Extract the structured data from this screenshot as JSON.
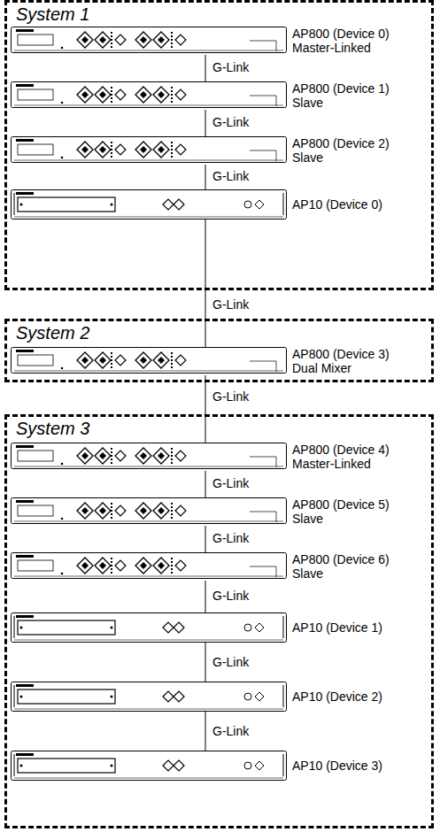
{
  "diagram": {
    "nodes": [
      {
        "text": [
          "System 1"
        ]
      },
      {
        "text": [
          "AP800 (Device 0)",
          "Master-Linked"
        ],
        "in": 0
      },
      {
        "text": [
          "AP800 (Device 1)",
          "Slave"
        ],
        "in": 0
      },
      {
        "text": [
          "AP800 (Device 2)",
          "Slave"
        ],
        "in": 0
      },
      {
        "text": [
          "AP10 (Device 0)"
        ],
        "in": 0
      },
      {
        "text": [
          "System 2"
        ]
      },
      {
        "text": [
          "AP800 (Device 3)",
          "Dual Mixer"
        ],
        "in": 5
      },
      {
        "text": [
          "System 3"
        ]
      },
      {
        "text": [
          "AP800 (Device 4)",
          "Master-Linked"
        ],
        "in": 7
      },
      {
        "text": [
          "AP800 (Device 5)",
          "Slave"
        ],
        "in": 7
      },
      {
        "text": [
          "AP800 (Device 6)",
          "Slave"
        ],
        "in": 7
      },
      {
        "text": [
          "AP10 (Device 1)"
        ],
        "in": 7
      },
      {
        "text": [
          "AP10 (Device 2)"
        ],
        "in": 7
      },
      {
        "text": [
          "AP10 (Device 3)"
        ],
        "in": 7
      }
    ],
    "edges": [
      {
        "from": 1,
        "to": 2,
        "label": "G-Link",
        "arrow": "none"
      },
      {
        "from": 2,
        "to": 3,
        "label": "G-Link",
        "arrow": "none"
      },
      {
        "from": 3,
        "to": 4,
        "label": "G-Link",
        "arrow": "none"
      },
      {
        "from": 4,
        "to": 6,
        "label": "G-Link",
        "arrow": "none"
      },
      {
        "from": 6,
        "to": 8,
        "label": "G-Link",
        "arrow": "none"
      },
      {
        "from": 8,
        "to": 9,
        "label": "G-Link",
        "arrow": "none"
      },
      {
        "from": 9,
        "to": 10,
        "label": "G-Link",
        "arrow": "none"
      },
      {
        "from": 10,
        "to": 11,
        "label": "G-Link",
        "arrow": "none"
      },
      {
        "from": 11,
        "to": 12,
        "label": "G-Link",
        "arrow": "none"
      },
      {
        "from": 12,
        "to": 13,
        "label": "G-Link",
        "arrow": "none"
      }
    ]
  }
}
